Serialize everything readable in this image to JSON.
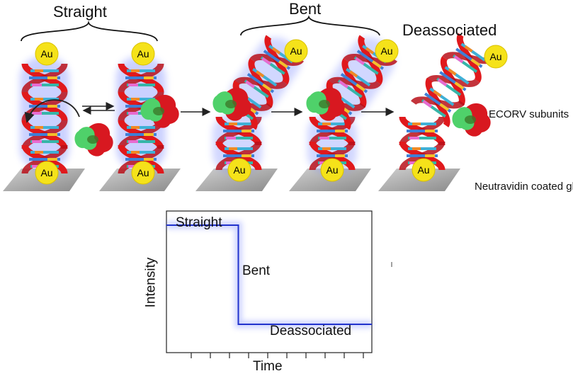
{
  "labels": {
    "straight": "Straight",
    "bent": "Bent",
    "deassociated": "Deassociated",
    "enzyme": "ECORV subunits",
    "surface": "Neutravidin coated glass"
  },
  "au_label": "Au",
  "plot": {
    "state_straight": "Straight",
    "state_bent": "Bent",
    "state_deassociated": "Deassociated",
    "xlabel": "Time",
    "ylabel": "Intensity"
  },
  "colors": {
    "dna_backbone": "#e0191c",
    "gold_bead": "#f5e21a",
    "glow": "#6b7cff",
    "trace": "#2233cc",
    "enzyme_red": "#d81820",
    "enzyme_green": "#4fd16a",
    "glass": "#9a9a9a"
  },
  "chart_data": {
    "type": "line",
    "xlabel": "Time",
    "ylabel": "Intensity",
    "series": [
      {
        "x": [
          0,
          0.35,
          0.35,
          1.0
        ],
        "y": [
          0.9,
          0.9,
          0.2,
          0.2
        ]
      }
    ],
    "annotations": [
      "Straight",
      "Bent",
      "Deassociated"
    ],
    "grid": false
  }
}
